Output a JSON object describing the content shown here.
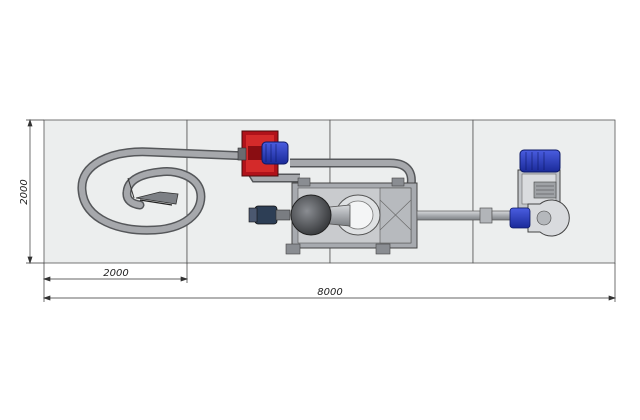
{
  "dimensions": {
    "height_label": "2000",
    "module_width_label": "2000",
    "total_length_label": "8000"
  },
  "components": {
    "blower_unit_color": "#c41e1e",
    "motor_color": "#1f33b5",
    "hose_color": "#8a8c90",
    "frame_color": "#9ea1a6",
    "panel_fill": "#eceeee"
  },
  "layout": {
    "sections": 4,
    "modules": [
      "floor-panel-1",
      "floor-panel-2",
      "floor-panel-3",
      "floor-panel-4"
    ]
  }
}
